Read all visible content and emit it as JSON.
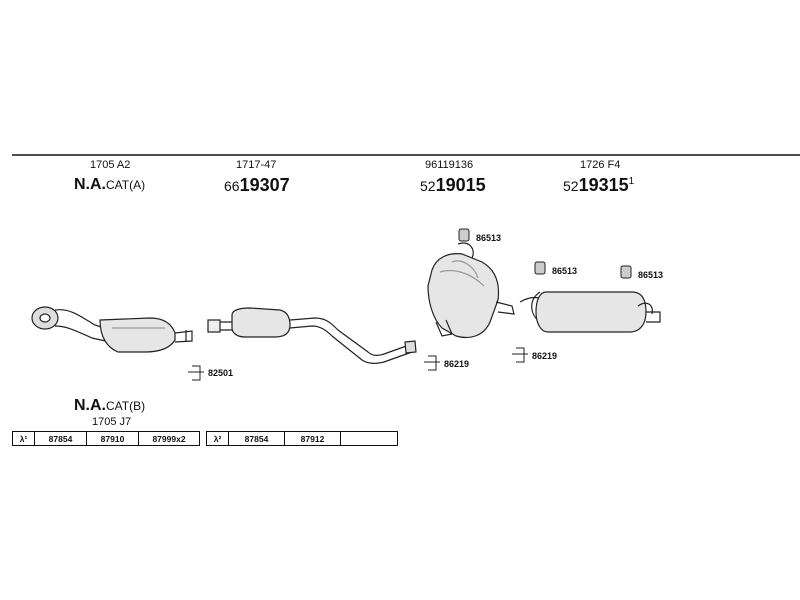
{
  "parts": [
    {
      "code": "1705 A2",
      "num_prefix": "",
      "num_main": "N.A.",
      "num_suffix": "CAT(A)",
      "sup": ""
    },
    {
      "code": "1717-47",
      "num_prefix": "66",
      "num_main": "19307",
      "num_suffix": "",
      "sup": ""
    },
    {
      "code": "96119136",
      "num_prefix": "52",
      "num_main": "19015",
      "num_suffix": "",
      "sup": ""
    },
    {
      "code": "1726 F4",
      "num_prefix": "52",
      "num_main": "19315",
      "num_suffix": "",
      "sup": "1"
    }
  ],
  "cat_b": {
    "main": "N.A.",
    "suffix": "CAT(B)",
    "code": "1705 J7"
  },
  "tags": {
    "clamp_82501": "82501",
    "clamp_86219_a": "86219",
    "clamp_86219_b": "86219",
    "rubber_86513_a": "86513",
    "rubber_86513_b": "86513",
    "rubber_86513_c": "86513"
  },
  "tables": {
    "left": {
      "lambda": "λ¹",
      "cells": [
        "87854",
        "87910",
        "87999x2"
      ]
    },
    "right": {
      "lambda": "λ²",
      "cells": [
        "87854",
        "87912",
        ""
      ]
    }
  }
}
